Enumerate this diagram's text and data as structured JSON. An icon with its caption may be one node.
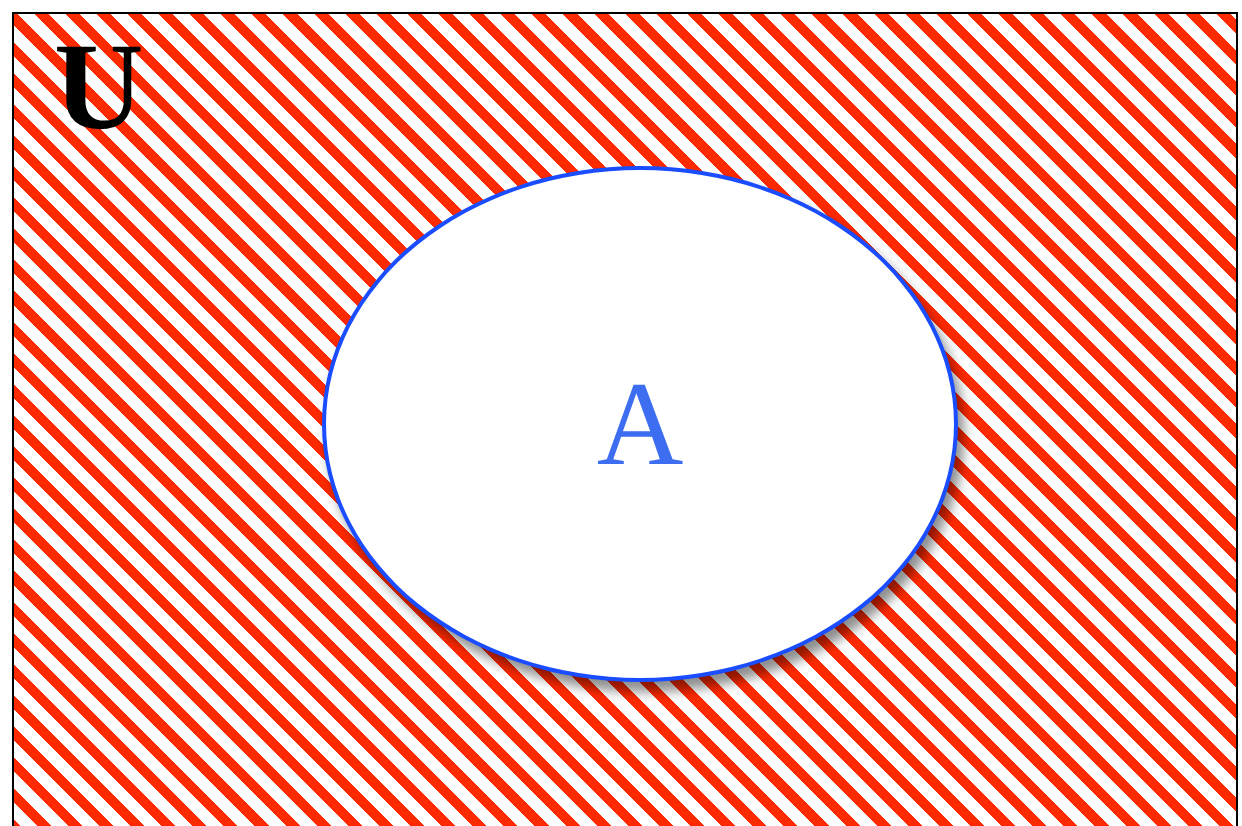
{
  "diagram": {
    "nodes": [
      {
        "text": [
          "U"
        ]
      },
      {
        "text": [
          "A"
        ],
        "in": 0
      }
    ]
  }
}
